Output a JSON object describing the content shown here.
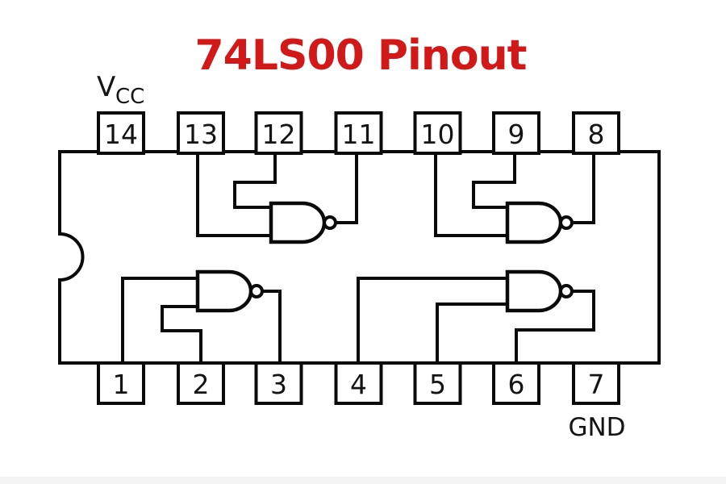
{
  "title": "74LS00 Pinout",
  "labels": {
    "vcc_main": "V",
    "vcc_sub": "CC",
    "gnd": "GND"
  },
  "colors": {
    "title_red": "#d21919",
    "line": "#0a0a0a",
    "background": "#ffffff",
    "footer_strip": "#f4f4f4"
  },
  "ic": {
    "part": "74LS00",
    "pins": {
      "top": [
        "14",
        "13",
        "12",
        "11",
        "10",
        "9",
        "8"
      ],
      "bottom": [
        "1",
        "2",
        "3",
        "4",
        "5",
        "6",
        "7"
      ]
    },
    "power": {
      "vcc_pin": "14",
      "gnd_pin": "7"
    },
    "gates": [
      {
        "name": "gate-1",
        "inputs": [
          "1",
          "2"
        ],
        "output": "3"
      },
      {
        "name": "gate-2",
        "inputs": [
          "4",
          "5"
        ],
        "output": "6"
      },
      {
        "name": "gate-3",
        "inputs": [
          "10",
          "9"
        ],
        "output": "8"
      },
      {
        "name": "gate-4",
        "inputs": [
          "13",
          "12"
        ],
        "output": "11"
      }
    ]
  }
}
